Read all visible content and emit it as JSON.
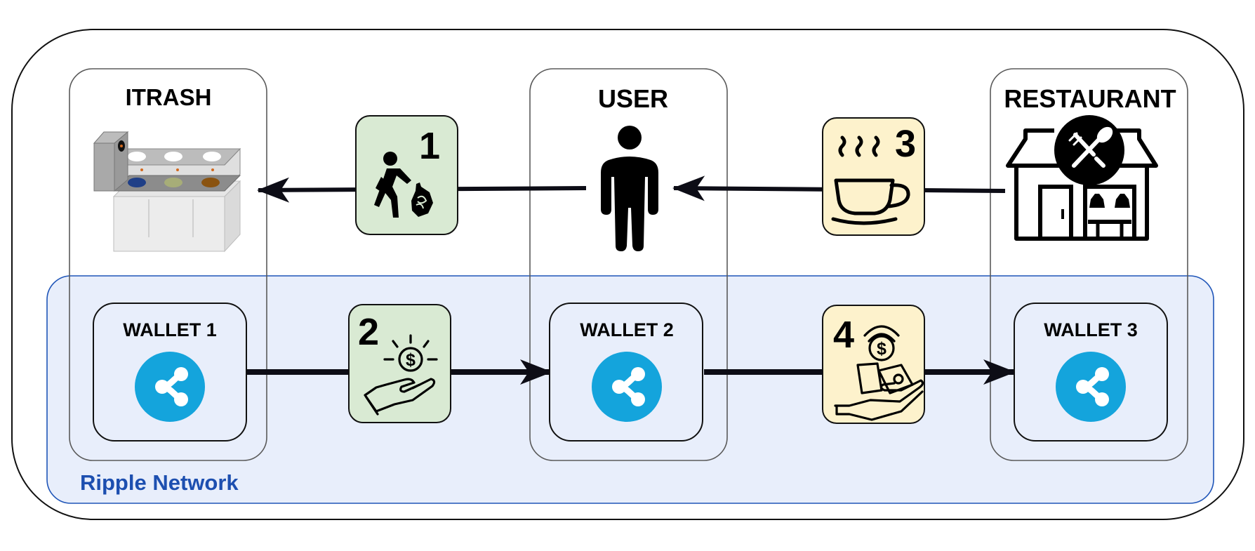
{
  "columns": {
    "itrash": {
      "title": "ITRASH"
    },
    "user": {
      "title": "USER"
    },
    "restaurant": {
      "title": "RESTAURANT"
    }
  },
  "wallets": [
    {
      "label": "WALLET 1"
    },
    {
      "label": "WALLET 2"
    },
    {
      "label": "WALLET 3"
    }
  ],
  "steps": [
    {
      "number": "1",
      "icon": "person-disposing-trash-icon"
    },
    {
      "number": "2",
      "icon": "hand-receiving-coin-icon"
    },
    {
      "number": "3",
      "icon": "coffee-cup-icon"
    },
    {
      "number": "4",
      "icon": "hand-giving-money-icon"
    }
  ],
  "network": {
    "label": "Ripple Network"
  },
  "colors": {
    "network_fill": "#e8eefb",
    "network_stroke": "#1f55b8",
    "network_label": "#1d4fb0",
    "green_step": "#d9ead3",
    "yellow_step": "#fdf2cc",
    "ripple_blue": "#14a4dc"
  }
}
